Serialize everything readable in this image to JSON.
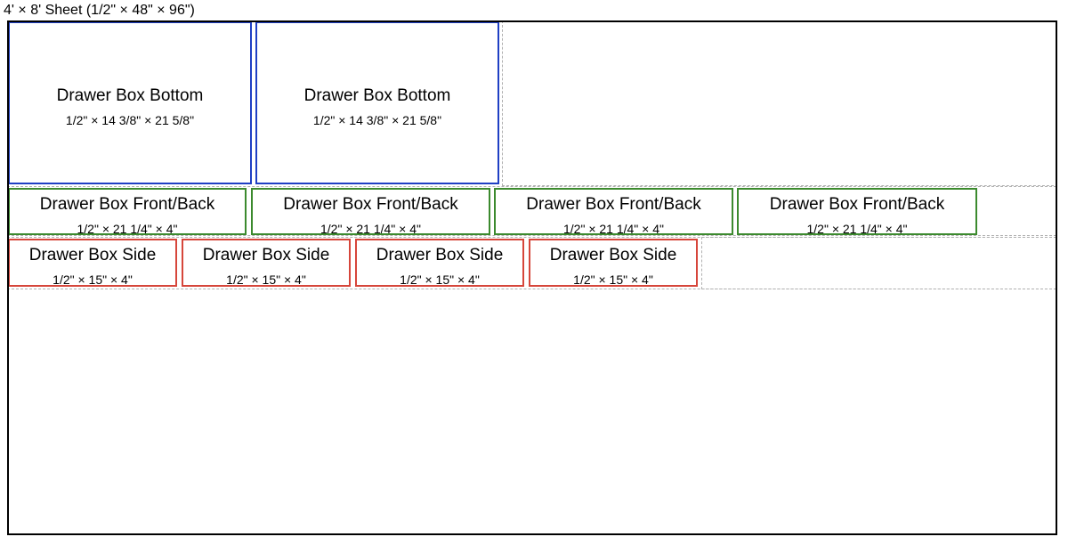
{
  "sheet": {
    "title": "4' × 8' Sheet (1/2\" × 48\" × 96\")"
  },
  "colors": {
    "bottom": "#1f3fc4",
    "front_back": "#3c8a2e",
    "side": "#d6463b",
    "sheet_border": "#000000",
    "waste_border": "#b0b0b0"
  },
  "pieces": {
    "bottom": [
      {
        "label": "Drawer Box Bottom",
        "dims": "1/2\" × 14 3/8\" × 21 5/8\""
      },
      {
        "label": "Drawer Box Bottom",
        "dims": "1/2\" × 14 3/8\" × 21 5/8\""
      }
    ],
    "front_back": [
      {
        "label": "Drawer Box Front/Back",
        "dims": "1/2\" × 21 1/4\" × 4\""
      },
      {
        "label": "Drawer Box Front/Back",
        "dims": "1/2\" × 21 1/4\" × 4\""
      },
      {
        "label": "Drawer Box Front/Back",
        "dims": "1/2\" × 21 1/4\" × 4\""
      },
      {
        "label": "Drawer Box Front/Back",
        "dims": "1/2\" × 21 1/4\" × 4\""
      }
    ],
    "side": [
      {
        "label": "Drawer Box Side",
        "dims": "1/2\" × 15\" × 4\""
      },
      {
        "label": "Drawer Box Side",
        "dims": "1/2\" × 15\" × 4\""
      },
      {
        "label": "Drawer Box Side",
        "dims": "1/2\" × 15\" × 4\""
      },
      {
        "label": "Drawer Box Side",
        "dims": "1/2\" × 15\" × 4\""
      }
    ]
  }
}
